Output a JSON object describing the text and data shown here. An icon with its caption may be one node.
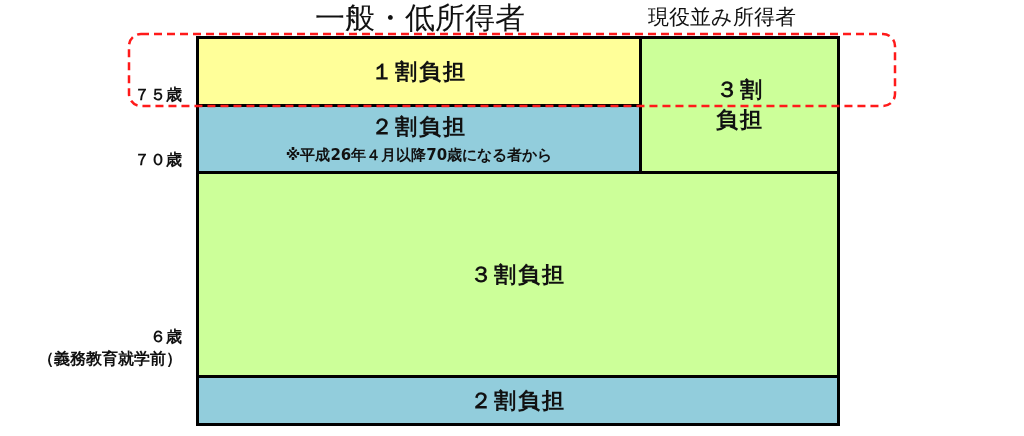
{
  "diagram": {
    "nodes": [
      {
        "text": [
          "１割負担"
        ]
      },
      {
        "text": [
          "３割負担"
        ]
      },
      {
        "text": [
          "２割負担",
          "※平成26年４月以降70歳になる者から"
        ]
      },
      {
        "text": [
          "３割負担"
        ]
      },
      {
        "text": [
          "２割負担"
        ]
      }
    ],
    "labels": [
      "一般・低所得者",
      "現役並み所得者",
      "７５歳",
      "７０歳",
      "６歳",
      "（義務教育就学前）"
    ]
  }
}
